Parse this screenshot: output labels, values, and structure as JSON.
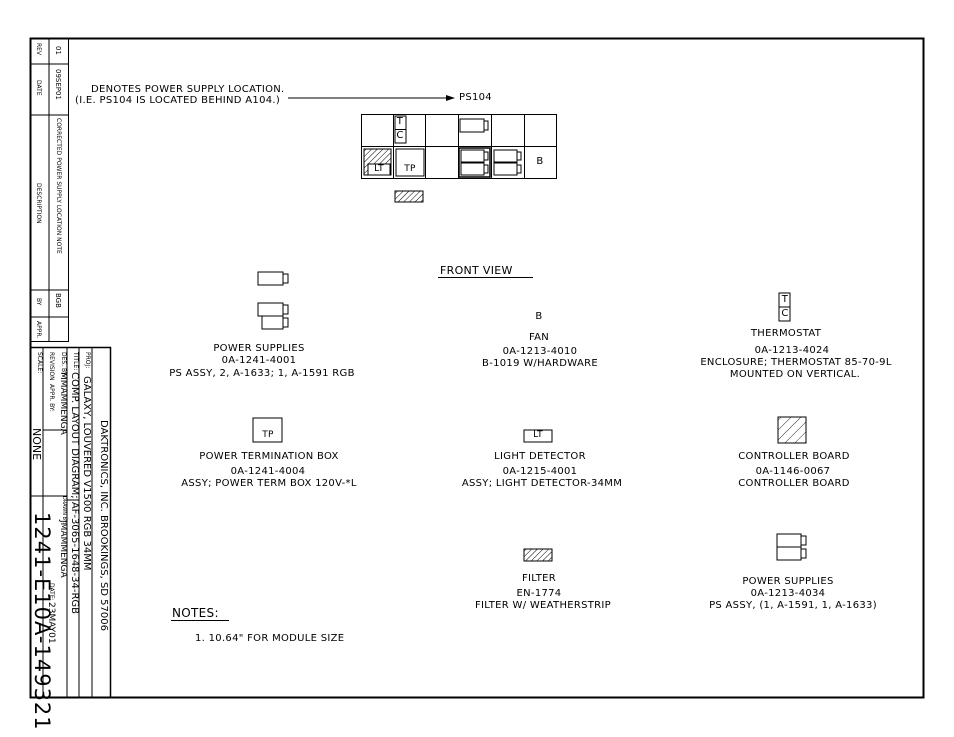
{
  "revision_block": {
    "headers": {
      "rev": "REV",
      "date": "DATE",
      "description": "DESCRIPTION",
      "by": "BY",
      "appr": "APPR."
    },
    "entries": [
      {
        "rev": "01",
        "date": "09SEP01",
        "description": "CORRECTED POWER SUPPLY LOCATION NOTE",
        "by": "BGB",
        "appr": ""
      }
    ]
  },
  "title_block": {
    "company": "DAKTRONICS, INC.  BROOKINGS, SD 57006",
    "proj_label": "PROJ:",
    "proj": "GALAXY, LOUVERED V1500 RGB 34MM",
    "title_label": "TITLE:",
    "title": "COMP. LAYOUT DIAGRAM; AF-3065-1648-34-RGB",
    "des_by_label": "DES. BY:",
    "des_by": "MMAMMENGA",
    "drawn_by_label": "DRAWN BY:",
    "drawn_by": "JMAMMENGA",
    "revision_label": "REVISION",
    "appr_by_label": "APPR. BY:",
    "date_label": "DATE:",
    "date": "23MAY01",
    "scale_label": "SCALE:",
    "scale": "NONE",
    "drawing_number": "1241-E10A-149321"
  },
  "note_top": {
    "line1": "DENOTES POWER SUPPLY LOCATION.",
    "line2": "(I.E. PS104 IS LOCATED BEHIND A104.)",
    "arrow_label": "PS104"
  },
  "grid_labels": {
    "tc_t": "T",
    "tc_c": "C",
    "lt": "LT",
    "tp": "TP",
    "b": "B"
  },
  "front_view": "FRONT VIEW",
  "legend": [
    {
      "key": "ps1",
      "name": "POWER SUPPLIES",
      "part": "0A-1241-4001",
      "desc": "PS ASSY, 2, A-1633; 1, A-1591 RGB",
      "desc2": ""
    },
    {
      "key": "fan",
      "symbol": "B",
      "name": "FAN",
      "part": "0A-1213-4010",
      "desc": "B-1019 W/HARDWARE",
      "desc2": ""
    },
    {
      "key": "thermo",
      "name": "THERMOSTAT",
      "part": "0A-1213-4024",
      "desc": "ENCLOSURE; THERMOSTAT 85-70-9L",
      "desc2": "MOUNTED ON VERTICAL."
    },
    {
      "key": "tp",
      "symbol": "TP",
      "name": "POWER TERMINATION BOX",
      "part": "0A-1241-4004",
      "desc": "ASSY; POWER TERM BOX 120V-*L",
      "desc2": ""
    },
    {
      "key": "lt",
      "symbol": "LT",
      "name": "LIGHT DETECTOR",
      "part": "0A-1215-4001",
      "desc": "ASSY; LIGHT DETECTOR-34MM",
      "desc2": ""
    },
    {
      "key": "ctrl",
      "name": "CONTROLLER BOARD",
      "part": "0A-1146-0067",
      "desc": "CONTROLLER BOARD",
      "desc2": ""
    },
    {
      "key": "filter",
      "name": "FILTER",
      "part": "EN-1774",
      "desc": "FILTER W/ WEATHERSTRIP",
      "desc2": ""
    },
    {
      "key": "ps2",
      "name": "POWER SUPPLIES",
      "part": "0A-1213-4034",
      "desc": "PS ASSY, (1, A-1591, 1, A-1633)",
      "desc2": ""
    }
  ],
  "notes": {
    "heading": "NOTES:",
    "items": [
      "1.  10.64\" FOR MODULE SIZE"
    ]
  }
}
